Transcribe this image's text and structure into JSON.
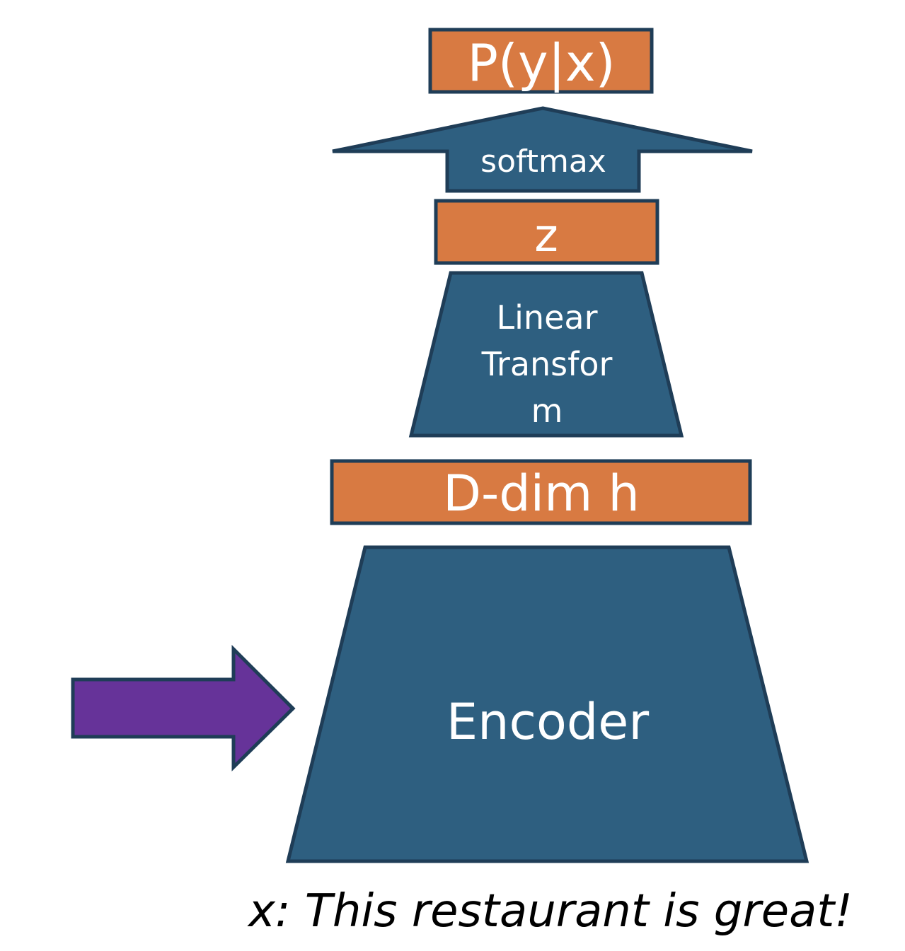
{
  "colors": {
    "blue_fill": "#2e5f80",
    "orange_fill": "#d87a42",
    "purple_fill": "#663399",
    "outline": "#1f3d57",
    "text_light": "#ffffff",
    "text_dark": "#000000"
  },
  "output": {
    "label": "P(y|x)"
  },
  "softmax": {
    "label": "softmax"
  },
  "logits": {
    "label": "z"
  },
  "linear": {
    "line1": "Linear",
    "line2": "Transfor",
    "line3": "m"
  },
  "hidden": {
    "label": "D-dim h"
  },
  "encoder": {
    "label": "Encoder"
  },
  "input": {
    "caption": "x: This restaurant is great!"
  },
  "icons": {
    "input_arrow": "right-arrow-icon",
    "softmax_arrow": "up-arrow-icon"
  }
}
